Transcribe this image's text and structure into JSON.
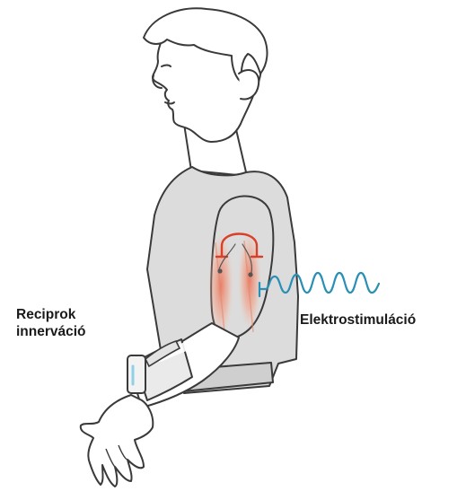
{
  "labels": {
    "reciprocal_line1": "Reciprok",
    "reciprocal_line2": "innerváció",
    "electrostimulation": "Elektrostimuláció"
  },
  "colors": {
    "outline": "#3a3a3a",
    "shirt": "#dcdcdc",
    "skin": "#ffffff",
    "muscle_highlight": "#ee8c6e",
    "reflex_arc": "#d8402a",
    "stimulation_wave": "#2a8fb4",
    "device": "#eaeaea"
  },
  "icons": [
    "person-figure",
    "reflex-arc-icon",
    "wave-icon",
    "wrist-device-icon"
  ]
}
